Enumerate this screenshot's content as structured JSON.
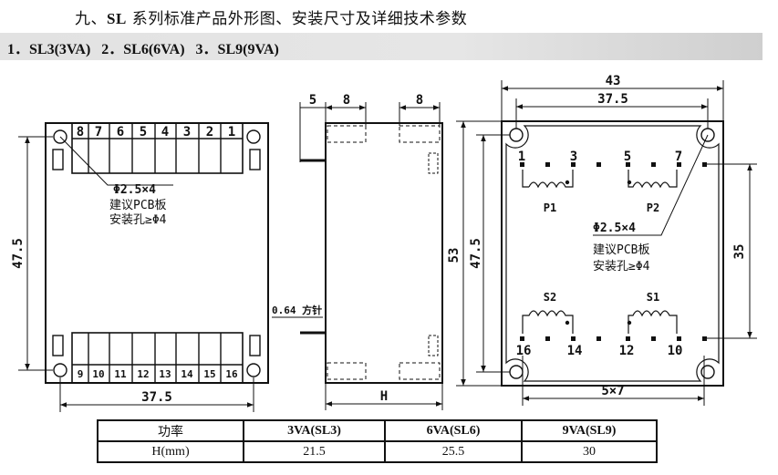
{
  "heading": {
    "prefix": "九、",
    "series": "SL",
    "rest": " 系列标准产品外形图、安装尺寸及详细技术参数"
  },
  "model_band": "1．SL3(3VA)   2．SL6(6VA)   3．SL9(9VA)",
  "front_view": {
    "top_pins": [
      "8",
      "7",
      "6",
      "5",
      "4",
      "3",
      "2",
      "1"
    ],
    "bottom_pins": [
      "9",
      "10",
      "11",
      "12",
      "13",
      "14",
      "15",
      "16"
    ],
    "hole_note": "Φ2.5×4",
    "note_line1": "建议PCB板",
    "note_line2": "安装孔≥Φ4",
    "dim_height": "47.5",
    "dim_width": "37.5"
  },
  "side_view": {
    "dim_left_a": "5",
    "dim_left_b": "8",
    "dim_right": "8",
    "pin_note": "0.64 方针",
    "dim_bottom": "H"
  },
  "bottom_view": {
    "dim_outer_width": "43",
    "dim_inner_width": "37.5",
    "dim_height_outer": "53",
    "dim_height_inner": "47.5",
    "dim_pin_spacing": "35",
    "dim_bottom": "5×7",
    "pin_labels": [
      "1",
      "3",
      "5",
      "7",
      "16",
      "14",
      "12",
      "10"
    ],
    "coil_labels": [
      "P1",
      "P2",
      "S2",
      "S1"
    ],
    "hole_note": "Φ2.5×4",
    "note_line1": "建议PCB板",
    "note_line2": "安装孔≥Φ4"
  },
  "spec_table": {
    "header": [
      "功率",
      "3VA(SL3)",
      "6VA(SL6)",
      "9VA(SL9)"
    ],
    "row": [
      "H(mm)",
      "21.5",
      "25.5",
      "30"
    ]
  }
}
